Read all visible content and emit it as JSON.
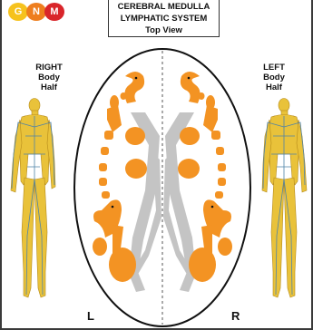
{
  "logo": {
    "letters": [
      "G",
      "N",
      "M"
    ],
    "colors": [
      "#f6c21d",
      "#ee7e1e",
      "#d9252a"
    ]
  },
  "title": {
    "line1": "CEREBRAL MEDULLA",
    "line2": "LYMPHATIC SYSTEM",
    "line3": "Top View"
  },
  "right_body_half": {
    "line1": "RIGHT",
    "line2": "Body",
    "line3": "Half"
  },
  "left_body_half": {
    "line1": "LEFT",
    "line2": "Body",
    "line3": "Half"
  },
  "markers": {
    "left": "L",
    "right": "R"
  },
  "colors": {
    "lymph_orange": "#f39323",
    "medulla_gray": "#c4c4c4",
    "body_yellow": "#e9c23a",
    "body_vessels": "#4f83a8",
    "outline": "#111111"
  }
}
